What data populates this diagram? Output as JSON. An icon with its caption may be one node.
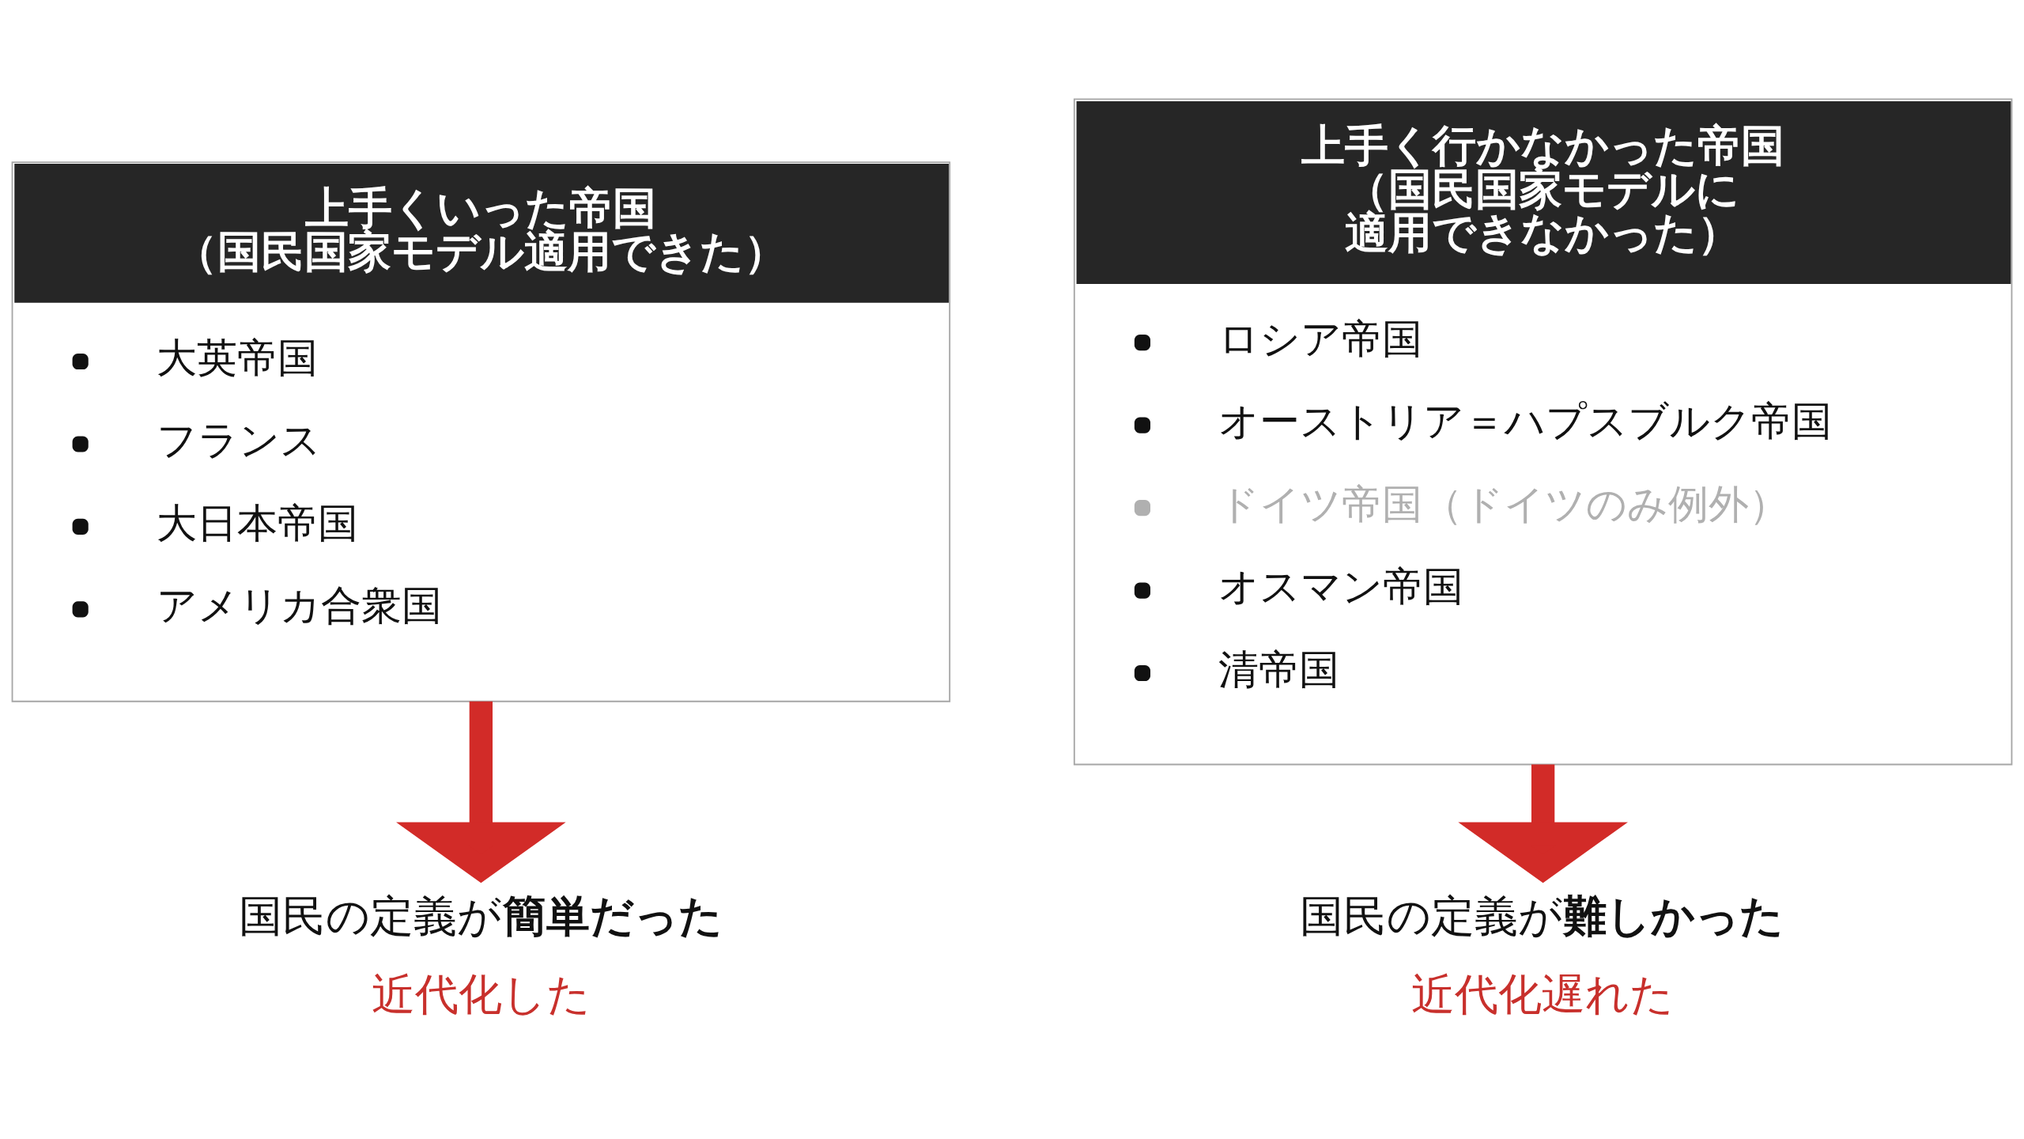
{
  "diagram": {
    "nodes": [
      {
        "text": [
          "上手くいった帝国（国民国家モデル適用できた）",
          "大英帝国",
          "フランス",
          "大日本帝国",
          "アメリカ合衆国"
        ]
      },
      {
        "text": [
          "上手く行かなかった帝国（国民国家モデルに適用できなかった）",
          "ロシア帝国",
          "オーストリア＝ハプスブルク帝国",
          "ドイツ帝国（ドイツのみ例外）",
          "オスマン帝国",
          "清帝国"
        ]
      },
      {
        "text": [
          "国民の定義が**簡単だった**",
          "近代化した"
        ]
      },
      {
        "text": [
          "国民の定義が**難しかった**",
          "近代化遅れた"
        ]
      }
    ],
    "edges": [
      {
        "from": 0,
        "to": 2,
        "arrow": "to"
      },
      {
        "from": 1,
        "to": 3,
        "arrow": "to"
      }
    ]
  }
}
